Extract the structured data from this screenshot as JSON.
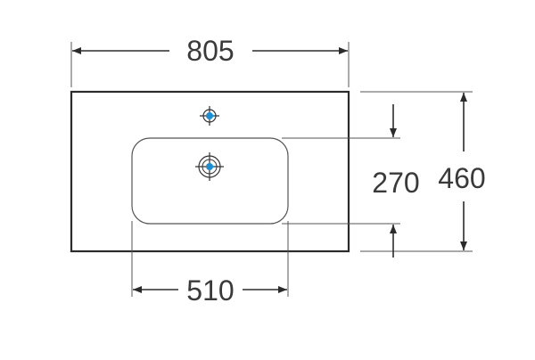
{
  "dimensions": {
    "width": "805",
    "depth": "460",
    "bowl_depth": "270",
    "bowl_width": "510"
  },
  "colors": {
    "line": "#2b2b2b",
    "thin": "#555555",
    "tap_hole": "#1a8fd6"
  },
  "icons": {
    "tap_hole": "crosshair-circle-icon",
    "drain": "crosshair-circle-icon"
  }
}
